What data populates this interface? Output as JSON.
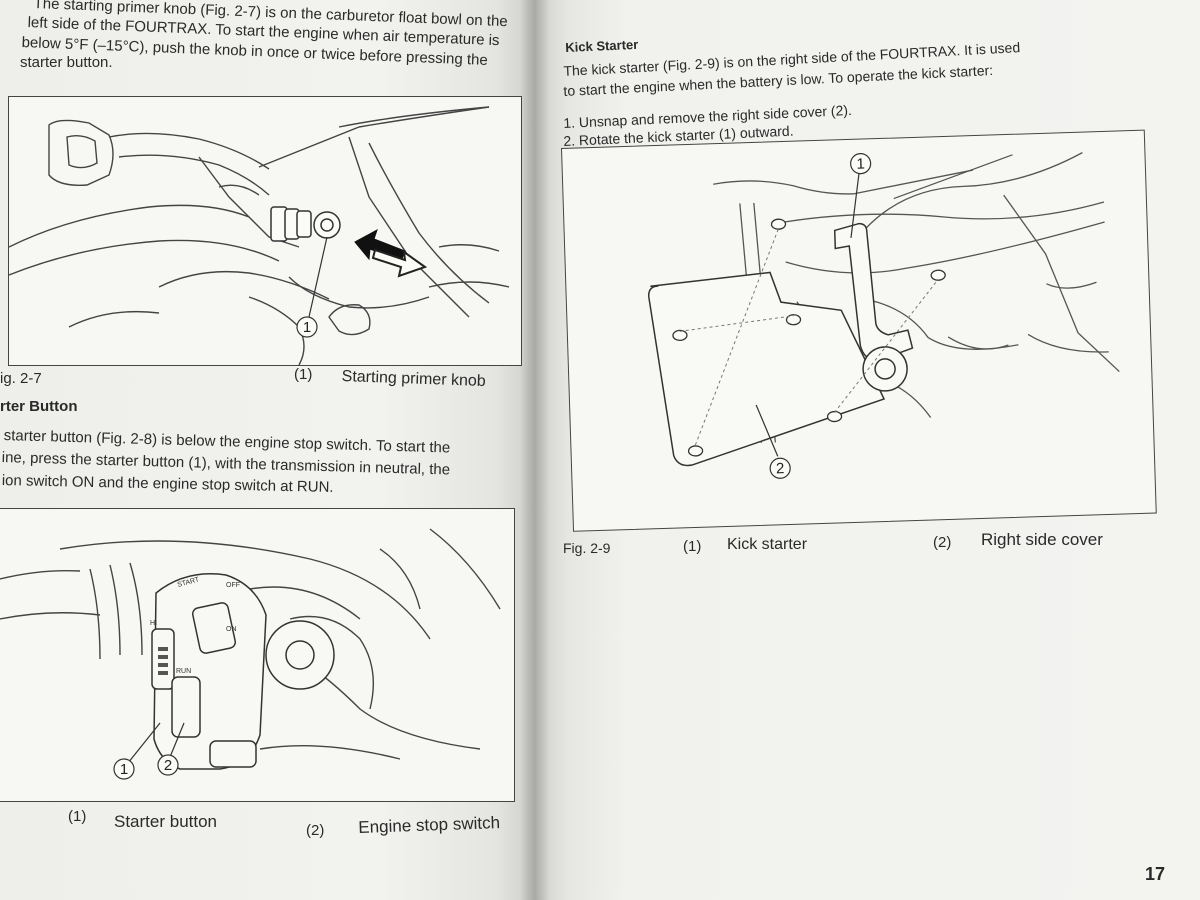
{
  "left_page": {
    "intro": {
      "line1": "The starting primer knob (Fig. 2-7) is on the carburetor float bowl on the",
      "line2": "left side of the FOURTRAX. To start the engine when air temperature is",
      "line3": "below 5°F (–15°C), push the knob in once or twice before pressing the",
      "line4": "starter button."
    },
    "fig_2_7": {
      "label": "ig. 2-7",
      "callout_num": "(1)",
      "callout_text": "Starting primer knob",
      "marker": "1"
    },
    "starter_section": {
      "heading": "rter Button",
      "line1": "starter button (Fig. 2-8) is below the engine stop switch. To start the",
      "line2": "ine, press the starter button (1), with the transmission in neutral, the",
      "line3": "ion switch ON and the engine stop switch at RUN."
    },
    "fig_2_8": {
      "marker1": "1",
      "marker2": "2",
      "callout1_num": "(1)",
      "callout1_text": "Starter button",
      "callout2_num": "(2)",
      "callout2_text": "Engine stop switch",
      "switch_label_start": "START",
      "switch_label_off": "OFF",
      "switch_label_on": "ON",
      "switch_label_hi": "HI",
      "switch_label_run": "RUN"
    }
  },
  "right_page": {
    "kick_section": {
      "heading": "Kick Starter",
      "line1": "The kick starter (Fig. 2-9) is on the right side of the FOURTRAX. It is used",
      "line2": "to start the engine when the battery is low. To operate the kick starter:",
      "step1": "1. Unsnap and remove the right side cover (2).",
      "step2": "2. Rotate the kick starter (1) outward."
    },
    "fig_2_9": {
      "label": "Fig. 2-9",
      "marker1": "1",
      "marker2": "2",
      "callout1_num": "(1)",
      "callout1_text": "Kick starter",
      "callout2_num": "(2)",
      "callout2_text": "Right side cover"
    },
    "page_number": "17"
  }
}
